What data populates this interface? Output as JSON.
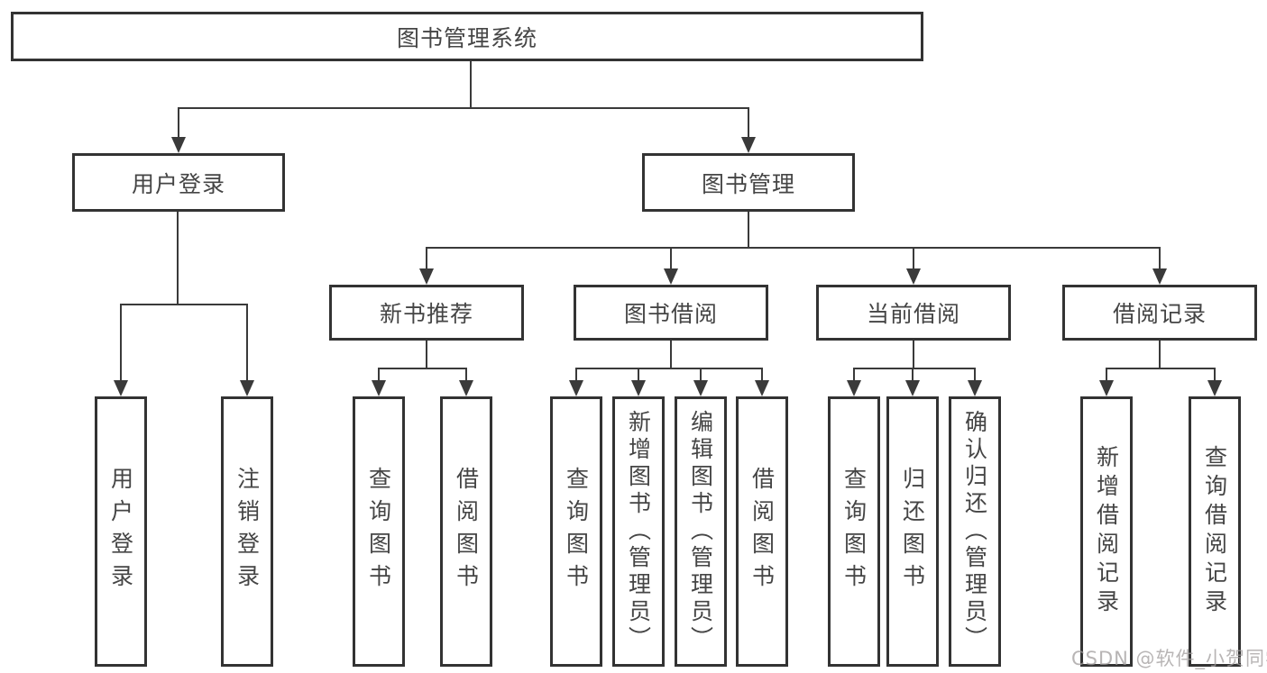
{
  "nodes": {
    "root": {
      "label": "图书管理系统"
    },
    "login": {
      "label": "用户登录",
      "children": [
        "用户登录",
        "注销登录"
      ]
    },
    "management": {
      "label": "图书管理",
      "sections": [
        {
          "label": "新书推荐",
          "children": [
            "查询图书",
            "借阅图书"
          ]
        },
        {
          "label": "图书借阅",
          "children": [
            "查询图书",
            "新增图书（管理员）",
            "编辑图书（管理员）",
            "借阅图书"
          ]
        },
        {
          "label": "当前借阅",
          "children": [
            "查询图书",
            "归还图书",
            "确认归还（管理员）"
          ]
        },
        {
          "label": "借阅记录",
          "children": [
            "新增借阅记录",
            "查询借阅记录"
          ]
        }
      ]
    }
  },
  "watermark": {
    "text": "CSDN @软件_小贺同学"
  },
  "colors": {
    "line": "#3a3a3a",
    "box_border": "#333333",
    "text": "#454545",
    "watermark": "#a09c9c",
    "background": "#ffffff"
  }
}
